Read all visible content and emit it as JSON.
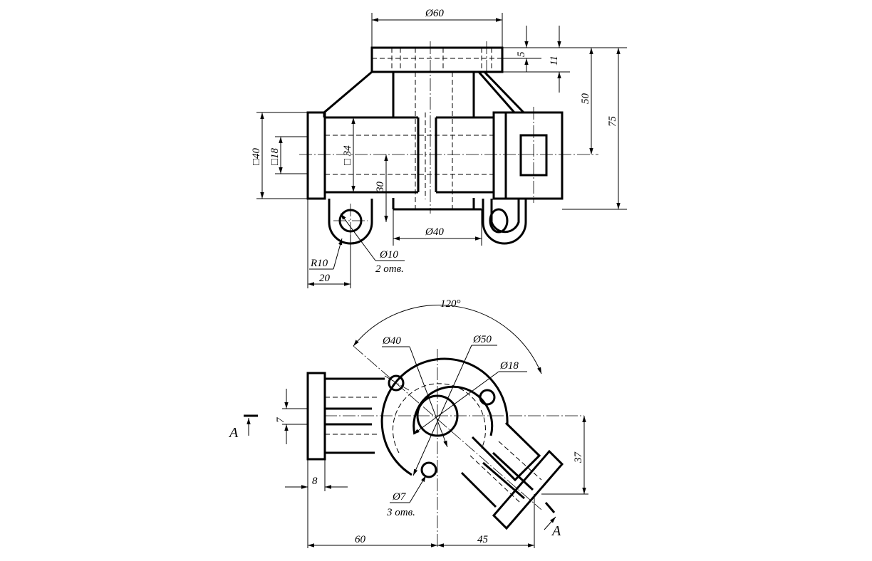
{
  "front_view": {
    "dim_top_diameter": "Ø60",
    "dim_flange_thickness": "5",
    "dim_top_height": "11",
    "dim_center_height": "50",
    "dim_total_height": "75",
    "dim_flange_square": "□40",
    "dim_hole_square": "□18",
    "dim_body_square": "□ 34",
    "dim_body_to_bottom": "30",
    "dim_bottom_diameter": "Ø40",
    "dim_lug_radius": "R10",
    "dim_lug_hole": "Ø10",
    "dim_lug_hole_count": "2 отв.",
    "dim_lug_offset": "20"
  },
  "top_view": {
    "dim_angle": "120°",
    "dim_inner_diameter": "Ø40",
    "dim_bolt_circle": "Ø50",
    "dim_bore": "Ø18",
    "dim_slot_width": "7",
    "dim_flange_thickness": "8",
    "dim_holes": "Ø7",
    "dim_holes_count": "3 отв.",
    "dim_left": "60",
    "dim_right": "45",
    "dim_branch_offset": "37",
    "section_label_left": "A",
    "section_label_right": "A"
  }
}
